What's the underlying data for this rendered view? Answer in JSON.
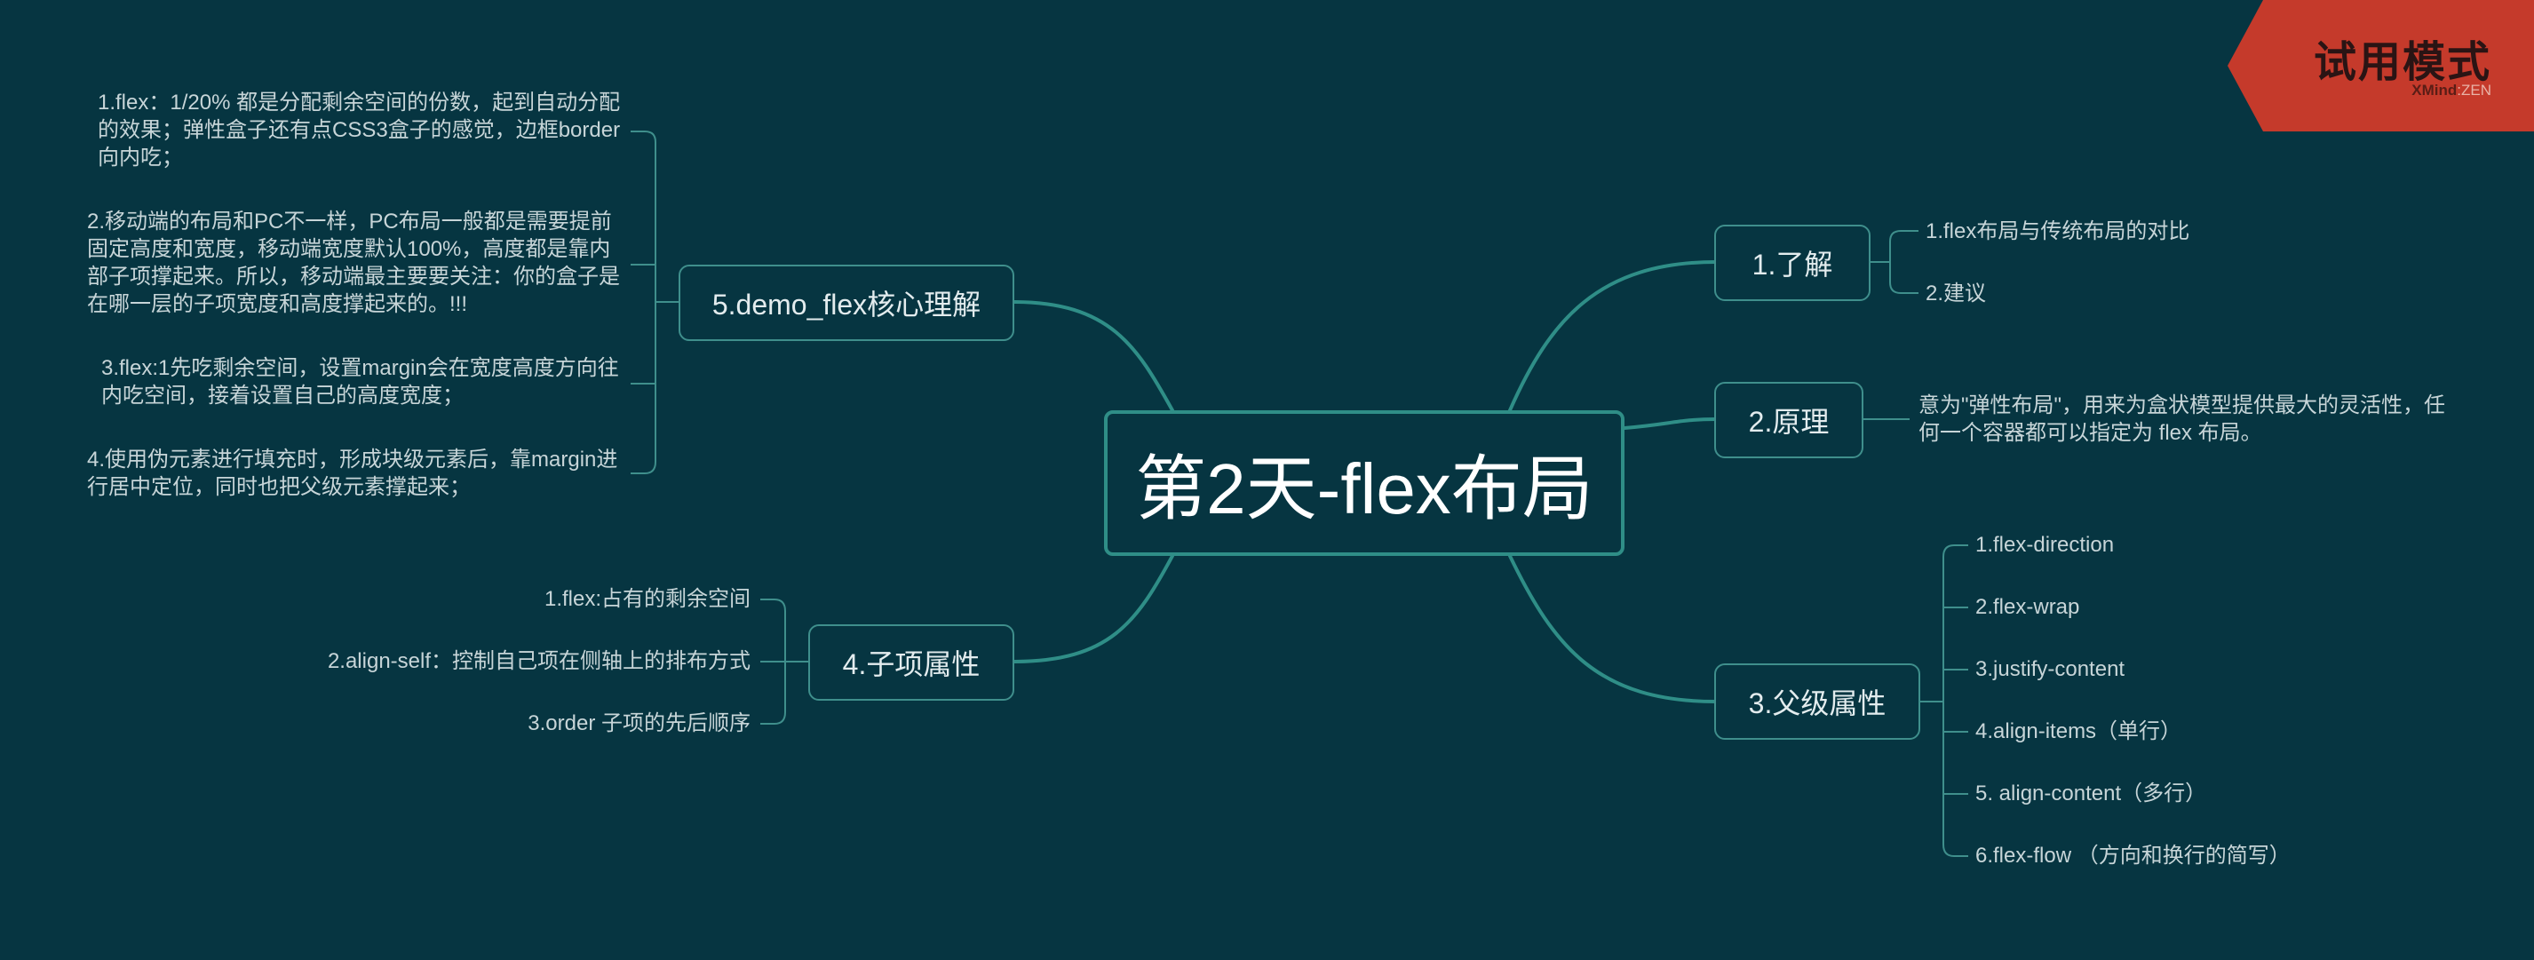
{
  "central": "第2天-flex布局",
  "branches": {
    "b1": {
      "label": "1.了解",
      "items": [
        "1.flex布局与传统布局的对比",
        "2.建议"
      ]
    },
    "b2": {
      "label": "2.原理",
      "desc": "意为\"弹性布局\"，用来为盒状模型提供最大的灵活性，任何一个容器都可以指定为 flex 布局。"
    },
    "b3": {
      "label": "3.父级属性",
      "items": [
        "1.flex-direction",
        "2.flex-wrap",
        "3.justify-content",
        "4.align-items（单行）",
        "5. align-content（多行）",
        "6.flex-flow （方向和换行的简写）"
      ]
    },
    "b4": {
      "label": "4.子项属性",
      "items": [
        "1.flex:占有的剩余空间",
        "2.align-self：控制自己项在侧轴上的排布方式",
        "3.order 子项的先后顺序"
      ]
    },
    "b5": {
      "label": "5.demo_flex核心理解",
      "items": [
        "1.flex：1/20% 都是分配剩余空间的份数，起到自动分配的效果；弹性盒子还有点CSS3盒子的感觉，边框border向内吃；",
        "2.移动端的布局和PC不一样，PC布局一般都是需要提前固定高度和宽度，移动端宽度默认100%，高度都是靠内部子项撑起来。所以，移动端最主要要关注：你的盒子是在哪一层的子项宽度和高度撑起来的。!!!",
        "3.flex:1先吃剩余空间，设置margin会在宽度高度方向往内吃空间，接着设置自己的高度宽度；",
        "4.使用伪元素进行填充时，形成块级元素后，靠margin进行居中定位，同时也把父级元素撑起来；"
      ]
    }
  },
  "badge": {
    "title": "试用模式",
    "brand": "XMind",
    "brand_suffix": ":ZEN"
  },
  "colors": {
    "background": "#063541",
    "line": "#2f8e87",
    "badge": "#c53a2b"
  }
}
